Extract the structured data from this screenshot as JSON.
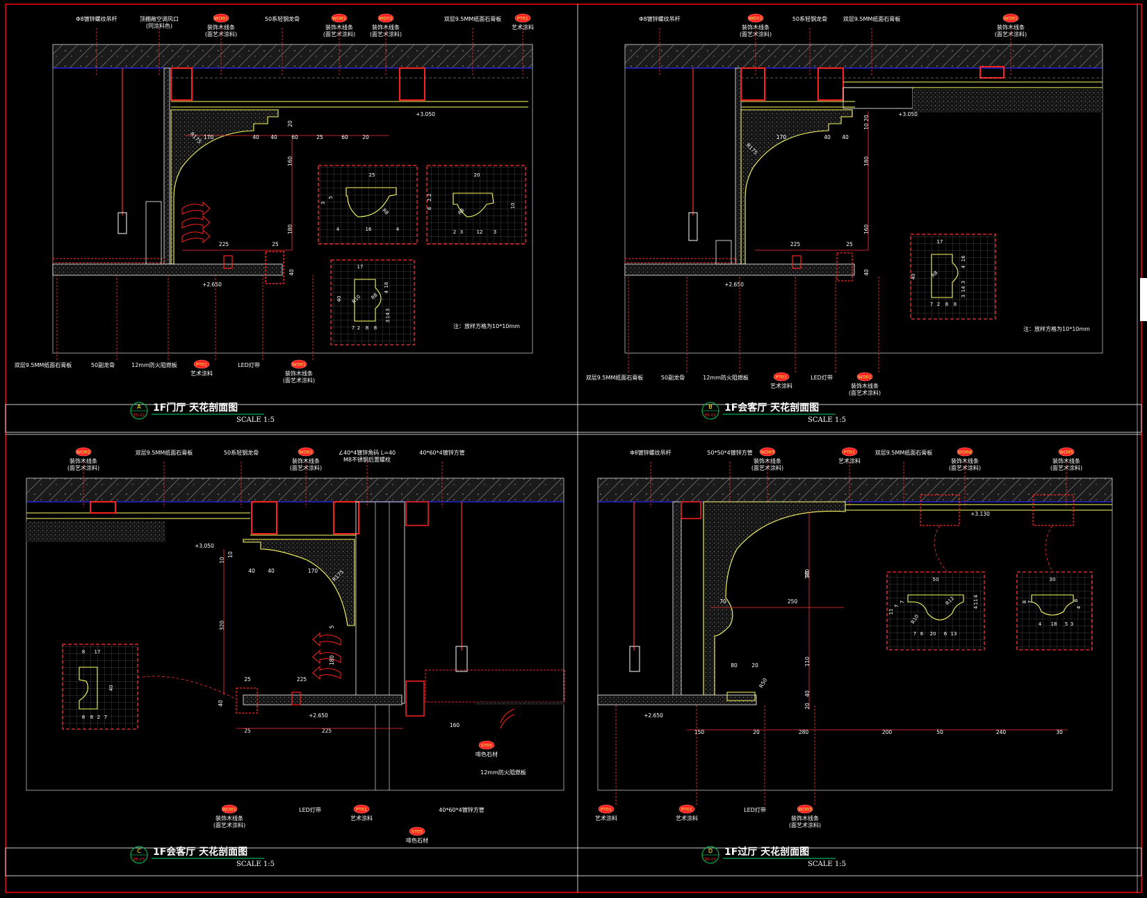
{
  "colors": {
    "background": "#000000",
    "frame": "#ff0000",
    "structure": "#ffff66",
    "dimension": "#ff3333",
    "slab": "#6e6e6e",
    "datum": "#2b2bff",
    "white": "#ffffff",
    "tag": "#ff2020",
    "green": "#00b050"
  },
  "panels": [
    {
      "title": "1F门厅 天花剖面图",
      "scale": "SCALE 1:5",
      "badge": {
        "letter": "A",
        "sub": "E5-02"
      },
      "note": "注：放样方格为10*10mm",
      "top_labels": [
        {
          "text": "Φ8镀锌螺纹吊杆"
        },
        {
          "text": "顶棚敞空调风口",
          "text2": "(同涂料色)"
        },
        {
          "tag": "WD01",
          "text": "装饰木线条",
          "text2": "(面艺术涂料)"
        },
        {
          "text": "50系轻钢龙骨"
        },
        {
          "tag": "WD01",
          "text": "装饰木线条",
          "text2": "(面艺术涂料)"
        },
        {
          "tag": "WD01",
          "text": "装饰木线条",
          "text2": "(面艺术涂料)"
        },
        {
          "text": "双层9.5MM纸面石膏板"
        },
        {
          "tag": "PT01",
          "text": "艺术涂料"
        }
      ],
      "bottom_labels": [
        {
          "text": "双层9.5MM纸面石膏板"
        },
        {
          "text": "50副龙骨"
        },
        {
          "text": "12mm防火阻燃板"
        },
        {
          "tag": "PT01",
          "text": "艺术涂料"
        },
        {
          "text": "LED灯带"
        },
        {
          "tag": "WD01",
          "text": "装饰木线条",
          "text2": "(面艺术涂料)"
        }
      ],
      "elevations": [
        "+3.050",
        "+2.650"
      ],
      "dims": [
        "R175",
        "170",
        "40",
        "40",
        "60",
        "25",
        "60",
        "20",
        "20",
        "160",
        "180",
        "225",
        "25",
        "40"
      ],
      "details": [
        {
          "dims": [
            "25",
            "3",
            "5",
            "4",
            "16",
            "4",
            "R8"
          ]
        },
        {
          "dims": [
            "20",
            "2.2",
            "8",
            "10",
            "R8",
            "2",
            "3",
            "12",
            "3"
          ]
        },
        {
          "dims": [
            "17",
            "40",
            "R10",
            "16",
            "4",
            "3",
            "14",
            "3",
            "7",
            "2",
            "8",
            "8",
            "R8"
          ]
        }
      ]
    },
    {
      "title": "1F会客厅 天花剖面图",
      "scale": "SCALE 1:5",
      "badge": {
        "letter": "B",
        "sub": "E5-02"
      },
      "note": "注：放样方格为10*10mm",
      "top_labels": [
        {
          "text": "Φ8镀锌螺纹吊杆"
        },
        {
          "tag": "WD01",
          "text": "装饰木线条",
          "text2": "(面艺术涂料)"
        },
        {
          "text": "50系轻钢龙骨"
        },
        {
          "text": "双层9.5MM纸面石膏板"
        },
        {
          "tag": "WD01",
          "text": "装饰木线条",
          "text2": "(面艺术涂料)"
        }
      ],
      "bottom_labels": [
        {
          "text": "双层9.5MM纸面石膏板"
        },
        {
          "text": "50副龙骨"
        },
        {
          "text": "12mm防火阻燃板"
        },
        {
          "tag": "PT01",
          "text": "艺术涂料"
        },
        {
          "text": "LED灯带"
        },
        {
          "tag": "WD01",
          "text": "装饰木线条",
          "text2": "(面艺术涂料)"
        }
      ],
      "elevations": [
        "+3.050",
        "+2.650"
      ],
      "dims": [
        "R175",
        "170",
        "40",
        "40",
        "20",
        "10",
        "180",
        "160",
        "225",
        "25",
        "40"
      ],
      "details": [
        {
          "dims": [
            "17",
            "40",
            "R8",
            "16",
            "4",
            "3",
            "14",
            "3",
            "7",
            "2",
            "8",
            "8"
          ]
        }
      ]
    },
    {
      "title": "1F会客厅 天花剖面图",
      "scale": "SCALE 1:5",
      "badge": {
        "letter": "C",
        "sub": "E5-03"
      },
      "note": "",
      "top_labels": [
        {
          "tag": "WD02",
          "text": "装饰木线条",
          "text2": "(面艺术涂料)"
        },
        {
          "text": "双层9.5MM纸面石膏板"
        },
        {
          "text": "50系轻钢龙骨"
        },
        {
          "tag": "WD01",
          "text": "装饰木线条",
          "text2": "(面艺术涂料)"
        },
        {
          "text": "∠40*4镀锌角码 L=40",
          "text2": "M8不锈钢后置螺栓"
        },
        {
          "text": "40*60*4镀锌方管"
        }
      ],
      "bottom_labels": [
        {
          "tag": "WD01",
          "text": "装饰木线条",
          "text2": "(面艺术涂料)"
        },
        {
          "text": "LED灯带"
        },
        {
          "tag": "PT01",
          "text": "艺术涂料"
        },
        {
          "tag": "ST05",
          "text": "啡色石材"
        },
        {
          "text": "40*60*4镀锌方管"
        },
        {
          "tag": "ST05",
          "text": "啡色石材"
        },
        {
          "text": "12mm防火阻燃板"
        }
      ],
      "elevations": [
        "+3.050",
        "+2.650"
      ],
      "dims": [
        "40",
        "40",
        "170",
        "R175",
        "10",
        "10",
        "320",
        "5",
        "180",
        "225",
        "25",
        "25",
        "40",
        "225",
        "160"
      ],
      "details": [
        {
          "dims": [
            "8",
            "17",
            "40",
            "8",
            "8",
            "2",
            "7"
          ]
        }
      ]
    },
    {
      "title": "1F过厅 天花剖面图",
      "scale": "SCALE 1:5",
      "badge": {
        "letter": "D",
        "sub": "E5-03"
      },
      "note": "",
      "top_labels": [
        {
          "text": "Φ8镀锌螺纹吊杆"
        },
        {
          "text": "50*50*4镀锌方管"
        },
        {
          "tag": "WD03",
          "text": "装饰木线条",
          "text2": "(面艺术涂料)"
        },
        {
          "tag": "PT01",
          "text": "艺术涂料"
        },
        {
          "text": "双层9.5MM纸面石膏板"
        },
        {
          "tag": "WD04",
          "text": "装饰木线条",
          "text2": "(面艺术涂料)"
        },
        {
          "tag": "WD05",
          "text": "装饰木线条",
          "text2": "(面艺术涂料)"
        }
      ],
      "bottom_labels": [
        {
          "tag": "PT01",
          "text": "艺术涂料"
        },
        {
          "tag": "PT01",
          "text": "艺术涂料"
        },
        {
          "text": "LED灯带"
        },
        {
          "tag": "WD03",
          "text": "装饰木线条",
          "text2": "(面艺术涂料)"
        }
      ],
      "elevations": [
        "+3.130",
        "+2.650"
      ],
      "dims": [
        "25",
        "340",
        "70",
        "250",
        "80",
        "20",
        "R50",
        "110",
        "40",
        "20",
        "150",
        "20",
        "280",
        "200",
        "50",
        "240",
        "30"
      ],
      "details": [
        {
          "dims": [
            "50",
            "11",
            "7",
            "7",
            "R12",
            "11",
            "4",
            "4",
            "R10",
            "7",
            "6",
            "20",
            "6",
            "13"
          ]
        },
        {
          "dims": [
            "30",
            "8",
            "7",
            "8",
            "4",
            "4",
            "18",
            "5",
            "3"
          ]
        }
      ]
    }
  ]
}
